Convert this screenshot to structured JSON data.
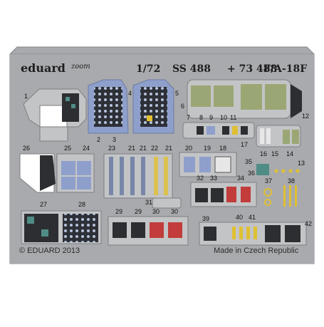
{
  "header": {
    "brand": "eduard",
    "sub_brand": "zoom",
    "scale": "1/72",
    "set_code": "SS 488",
    "plus_code": "+ 73 488",
    "aircraft": "F/A-18F"
  },
  "footer": {
    "copyright": "© EDUARD 2013",
    "origin": "Made in Czech Republic"
  },
  "part_numbers": [
    "1",
    "2",
    "3",
    "4",
    "5",
    "6",
    "7",
    "8",
    "9",
    "10",
    "11",
    "12",
    "13",
    "14",
    "15",
    "16",
    "17",
    "18",
    "19",
    "20",
    "21",
    "22",
    "21",
    "23",
    "21",
    "24",
    "25",
    "26",
    "27",
    "28",
    "29",
    "29",
    "30",
    "30",
    "31",
    "32",
    "33",
    "34",
    "35",
    "36",
    "37",
    "38",
    "39",
    "40",
    "41",
    "42"
  ],
  "colors": {
    "fret": "#a9aaad",
    "background": "#ffffff",
    "panel_blue": "#8e9fcb",
    "panel_green": "#9aa774",
    "part_dark": "#2c2e31",
    "part_red": "#c13c3a",
    "part_yellow": "#e0c032",
    "part_teal": "#4f8c86"
  }
}
